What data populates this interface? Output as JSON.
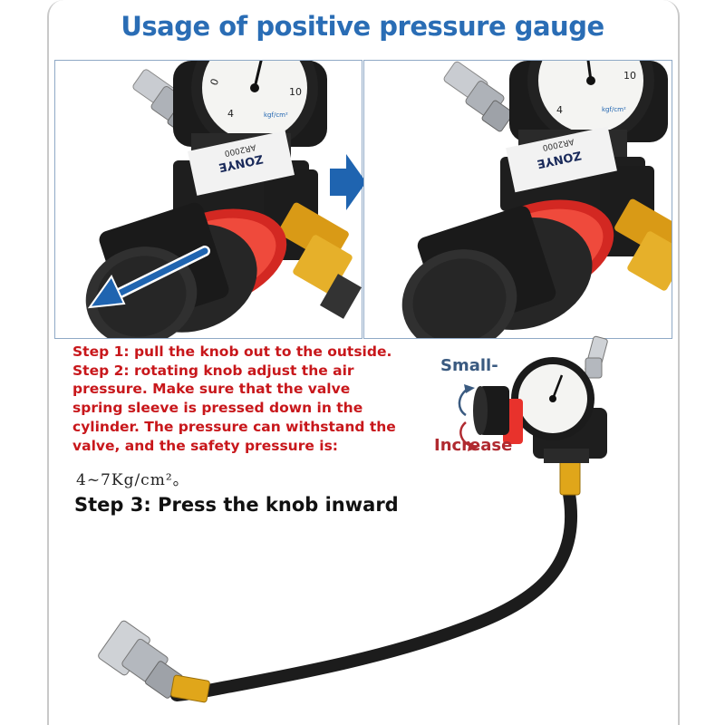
{
  "title": "Usage of positive pressure gauge",
  "panels": {
    "brand": "ZONYE",
    "model": "AR2000",
    "gauge_unit": "kgf/cm²",
    "gauge_ticks": [
      "0",
      "4",
      "10"
    ]
  },
  "steps": {
    "lines": [
      "Step 1: pull the knob out to the outside.",
      "Step 2: rotating knob adjust the air",
      "pressure. Make sure that the valve",
      "spring sleeve is pressed down in the",
      "cylinder. The pressure can withstand the",
      "valve, and the safety pressure is:"
    ],
    "pressure_value": "4~7Kg/cm²。",
    "step3": "Step 3: Press the knob inward"
  },
  "labels": {
    "small": "Small-",
    "increase": "Increase"
  },
  "colors": {
    "title": "#2a6db5",
    "step_text": "#c8171b",
    "arrow": "#1f64b0",
    "knob_ring": "#e8322c",
    "brass": "#e0a61a"
  }
}
